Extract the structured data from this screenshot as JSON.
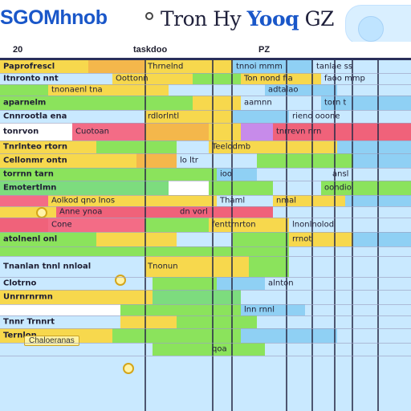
{
  "header": {
    "logo": "SGOMhnob",
    "title_main": "Tron Hy ",
    "title_accent": "Yooq",
    "title_end": " GZ"
  },
  "colheads": [
    "20",
    "taskdoo",
    "PZ"
  ],
  "colors": {
    "yellow": "#f7d84d",
    "lime": "#8be35c",
    "green": "#7ddc7e",
    "blue": "#8fd0f4",
    "lightblue": "#c9e9ff",
    "pink": "#f36c86",
    "red": "#f0627a",
    "orange": "#f4b74b",
    "purple": "#c78bea",
    "white": "#ffffff",
    "grid": "#2c2d48"
  },
  "rows": [
    {
      "h": 16,
      "segs": [
        [
          "yellow",
          0,
          110,
          "Paprofrescl"
        ],
        [
          "orange",
          110,
          180,
          ""
        ],
        [
          "yellow",
          180,
          290,
          "Thrnelnd"
        ],
        [
          "blue",
          290,
          390,
          "tnnoi mmm"
        ],
        [
          "lightblue",
          390,
          512,
          "tanlae ss"
        ]
      ]
    },
    {
      "h": 14,
      "segs": [
        [
          "lightblue",
          0,
          140,
          "Itnronto nnt"
        ],
        [
          "yellow",
          140,
          240,
          "Oottonn"
        ],
        [
          "lime",
          240,
          300,
          ""
        ],
        [
          "yellow",
          300,
          400,
          "Ton nond fia"
        ],
        [
          "lightblue",
          400,
          512,
          "faoo mmp"
        ]
      ]
    },
    {
      "h": 14,
      "segs": [
        [
          "lime",
          0,
          60,
          ""
        ],
        [
          "yellow",
          60,
          210,
          "tnonaenl tna"
        ],
        [
          "lightblue",
          210,
          330,
          ""
        ],
        [
          "blue",
          330,
          420,
          "adtalao"
        ],
        [
          "lightblue",
          420,
          512,
          ""
        ]
      ]
    },
    {
      "h": 18,
      "segs": [
        [
          "lime",
          0,
          90,
          "aparnelm"
        ],
        [
          "lime",
          90,
          240,
          ""
        ],
        [
          "yellow",
          240,
          300,
          ""
        ],
        [
          "lightblue",
          300,
          400,
          "aamnn"
        ],
        [
          "blue",
          400,
          512,
          "torn t"
        ]
      ]
    },
    {
      "h": 16,
      "segs": [
        [
          "lightblue",
          0,
          180,
          "Cnnrootla ena"
        ],
        [
          "yellow",
          180,
          290,
          "rdlorlntl"
        ],
        [
          "blue",
          290,
          360,
          ""
        ],
        [
          "lightblue",
          360,
          512,
          "rieno ooone"
        ]
      ]
    },
    {
      "h": 22,
      "segs": [
        [
          "white",
          0,
          90,
          "tonrvon"
        ],
        [
          "pink",
          90,
          180,
          "Cuotoan"
        ],
        [
          "orange",
          180,
          260,
          ""
        ],
        [
          "yellow",
          260,
          300,
          ""
        ],
        [
          "purple",
          300,
          340,
          ""
        ],
        [
          "red",
          340,
          512,
          "tnrrevn nrn"
        ]
      ]
    },
    {
      "h": 16,
      "segs": [
        [
          "yellow",
          0,
          120,
          "Tnrlnteo rtorn"
        ],
        [
          "lime",
          120,
          220,
          ""
        ],
        [
          "lightblue",
          220,
          260,
          ""
        ],
        [
          "yellow",
          260,
          420,
          "Teelodmb"
        ],
        [
          "blue",
          420,
          512,
          ""
        ]
      ]
    },
    {
      "h": 18,
      "segs": [
        [
          "yellow",
          0,
          170,
          "Cellonmr ontn"
        ],
        [
          "orange",
          170,
          220,
          ""
        ],
        [
          "lightblue",
          220,
          320,
          "lo ltr"
        ],
        [
          "lime",
          320,
          440,
          ""
        ],
        [
          "blue",
          440,
          512,
          ""
        ]
      ]
    },
    {
      "h": 16,
      "segs": [
        [
          "lime",
          0,
          120,
          "torrnn tarn"
        ],
        [
          "lime",
          120,
          270,
          ""
        ],
        [
          "blue",
          270,
          320,
          "ioo"
        ],
        [
          "lightblue",
          320,
          410,
          ""
        ],
        [
          "lightblue",
          410,
          512,
          "ansl"
        ]
      ]
    },
    {
      "h": 18,
      "segs": [
        [
          "green",
          0,
          210,
          "Emotertlmn"
        ],
        [
          "white",
          210,
          260,
          ""
        ],
        [
          "lime",
          260,
          340,
          ""
        ],
        [
          "lightblue",
          340,
          400,
          ""
        ],
        [
          "lime",
          400,
          512,
          "oondio"
        ]
      ]
    },
    {
      "h": 14,
      "segs": [
        [
          "pink",
          0,
          60,
          ""
        ],
        [
          "yellow",
          60,
          270,
          "Aolkod qno lnos"
        ],
        [
          "lightblue",
          270,
          340,
          "Thaml"
        ],
        [
          "yellow",
          340,
          430,
          "nmal"
        ],
        [
          "blue",
          430,
          512,
          ""
        ]
      ]
    },
    {
      "h": 14,
      "segs": [
        [
          "yellow",
          0,
          70,
          ""
        ],
        [
          "red",
          70,
          220,
          "Anne ynoa"
        ],
        [
          "red",
          220,
          340,
          "dn vorl"
        ],
        [
          "lightblue",
          340,
          420,
          ""
        ],
        [
          "lightblue",
          420,
          512,
          ""
        ]
      ]
    },
    {
      "h": 18,
      "segs": [
        [
          "red",
          0,
          60,
          ""
        ],
        [
          "pink",
          60,
          180,
          "Cone"
        ],
        [
          "lime",
          180,
          260,
          ""
        ],
        [
          "yellow",
          260,
          360,
          "fenttrnrton"
        ],
        [
          "lightblue",
          360,
          512,
          "lnonlnolod"
        ]
      ]
    },
    {
      "h": 18,
      "segs": [
        [
          "lime",
          0,
          120,
          "atolnenl onl"
        ],
        [
          "yellow",
          120,
          220,
          ""
        ],
        [
          "lightblue",
          220,
          290,
          ""
        ],
        [
          "lime",
          290,
          360,
          ""
        ],
        [
          "yellow",
          360,
          440,
          "rrnot"
        ],
        [
          "blue",
          440,
          512,
          ""
        ]
      ]
    },
    {
      "h": 12,
      "segs": [
        [
          "lime",
          0,
          260,
          ""
        ],
        [
          "lime",
          260,
          360,
          ""
        ],
        [
          "lightblue",
          360,
          512,
          ""
        ]
      ]
    },
    {
      "h": 26,
      "segs": [
        [
          "lightblue",
          0,
          180,
          "Tnanlan tnnl nnloal"
        ],
        [
          "yellow",
          180,
          310,
          "Tnonun"
        ],
        [
          "lime",
          310,
          360,
          ""
        ],
        [
          "lightblue",
          360,
          512,
          ""
        ]
      ]
    },
    {
      "h": 16,
      "segs": [
        [
          "lightblue",
          0,
          190,
          "Clotrno"
        ],
        [
          "lime",
          190,
          270,
          ""
        ],
        [
          "blue",
          270,
          330,
          ""
        ],
        [
          "lightblue",
          330,
          512,
          "alnton"
        ]
      ]
    },
    {
      "h": 18,
      "segs": [
        [
          "yellow",
          0,
          190,
          "Unrnrnrmn"
        ],
        [
          "green",
          190,
          300,
          ""
        ],
        [
          "lightblue",
          300,
          360,
          ""
        ],
        [
          "lightblue",
          360,
          512,
          ""
        ]
      ]
    },
    {
      "h": 14,
      "segs": [
        [
          "white",
          0,
          150,
          ""
        ],
        [
          "lime",
          150,
          220,
          ""
        ],
        [
          "lime",
          220,
          300,
          ""
        ],
        [
          "blue",
          300,
          380,
          "lnn rnnl"
        ],
        [
          "lightblue",
          380,
          512,
          ""
        ]
      ]
    },
    {
      "h": 16,
      "segs": [
        [
          "lightblue",
          0,
          150,
          "Tnnr Trnnrt"
        ],
        [
          "yellow",
          150,
          220,
          ""
        ],
        [
          "lime",
          220,
          320,
          ""
        ],
        [
          "lightblue",
          320,
          400,
          ""
        ],
        [
          "lightblue",
          400,
          512,
          ""
        ]
      ]
    },
    {
      "h": 18,
      "segs": [
        [
          "yellow",
          0,
          140,
          "Ternlon"
        ],
        [
          "lime",
          140,
          220,
          ""
        ],
        [
          "lime",
          220,
          300,
          ""
        ],
        [
          "blue",
          300,
          420,
          ""
        ],
        [
          "lightblue",
          420,
          512,
          ""
        ]
      ]
    },
    {
      "h": 16,
      "segs": [
        [
          "lightblue",
          0,
          190,
          ""
        ],
        [
          "lime",
          190,
          260,
          ""
        ],
        [
          "lime",
          260,
          330,
          "qoa"
        ],
        [
          "lightblue",
          330,
          512,
          ""
        ]
      ]
    }
  ],
  "badges": [
    "Chaloeranas"
  ]
}
